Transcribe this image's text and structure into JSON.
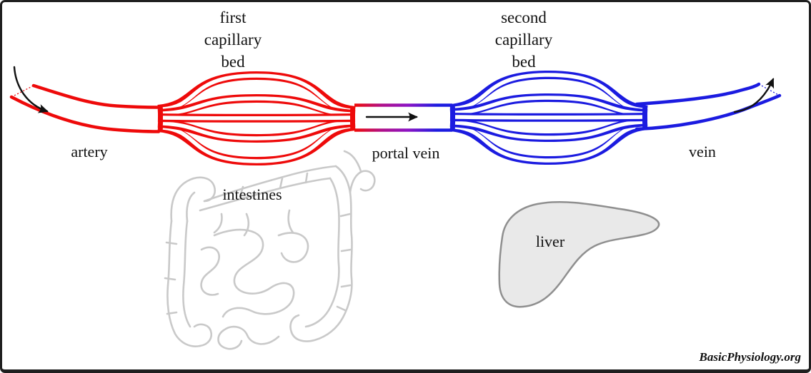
{
  "diagram": {
    "titles": {
      "first_bed": [
        "first",
        "capillary",
        "bed"
      ],
      "second_bed": [
        "second",
        "capillary",
        "bed"
      ]
    },
    "labels": {
      "artery": "artery",
      "portal_vein": "portal vein",
      "vein": "vein",
      "intestines": "intestines",
      "liver": "liver"
    },
    "watermark": "BasicPhysiology.org",
    "colors": {
      "artery_red": "#ee0a0a",
      "vein_blue": "#1b1be0",
      "portal_mid_purple": "#8b13c4",
      "organ_gray": "#c9c9c9",
      "liver_fill": "#e9e9e9",
      "liver_outline": "#8f8f8f",
      "arrow_black": "#111111",
      "border_black": "#1f1f1f"
    }
  }
}
